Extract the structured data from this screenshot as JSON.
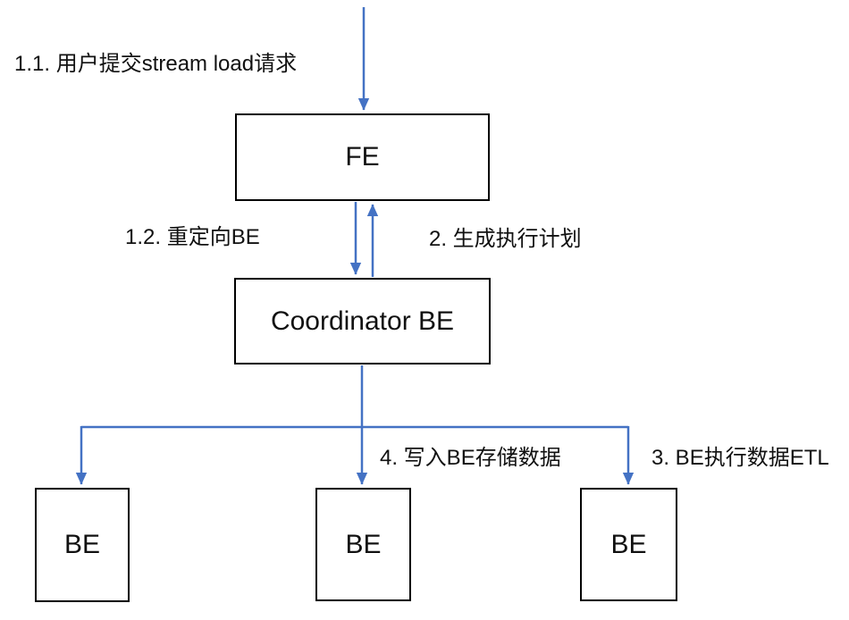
{
  "diagram": {
    "accent_color": "#4472C4",
    "box_border_color": "#000000",
    "background_color": "#ffffff",
    "nodes": {
      "fe": {
        "label": "FE"
      },
      "coordinator": {
        "label": "Coordinator BE"
      },
      "be_left": {
        "label": "BE"
      },
      "be_middle": {
        "label": "BE"
      },
      "be_right": {
        "label": "BE"
      }
    },
    "annotations": {
      "step_1_1": "1.1. 用户提交stream load请求",
      "step_1_2": "1.2. 重定向BE",
      "step_2": "2. 生成执行计划",
      "step_3": "3. BE执行数据ETL",
      "step_4": "4. 写入BE存储数据"
    },
    "edges": [
      {
        "from": "user",
        "to": "fe",
        "direction": "down"
      },
      {
        "from": "fe",
        "to": "coordinator",
        "direction": "down"
      },
      {
        "from": "coordinator",
        "to": "fe",
        "direction": "up"
      },
      {
        "from": "coordinator",
        "to": "be_left",
        "direction": "down"
      },
      {
        "from": "coordinator",
        "to": "be_middle",
        "direction": "down"
      },
      {
        "from": "coordinator",
        "to": "be_right",
        "direction": "down"
      }
    ]
  }
}
